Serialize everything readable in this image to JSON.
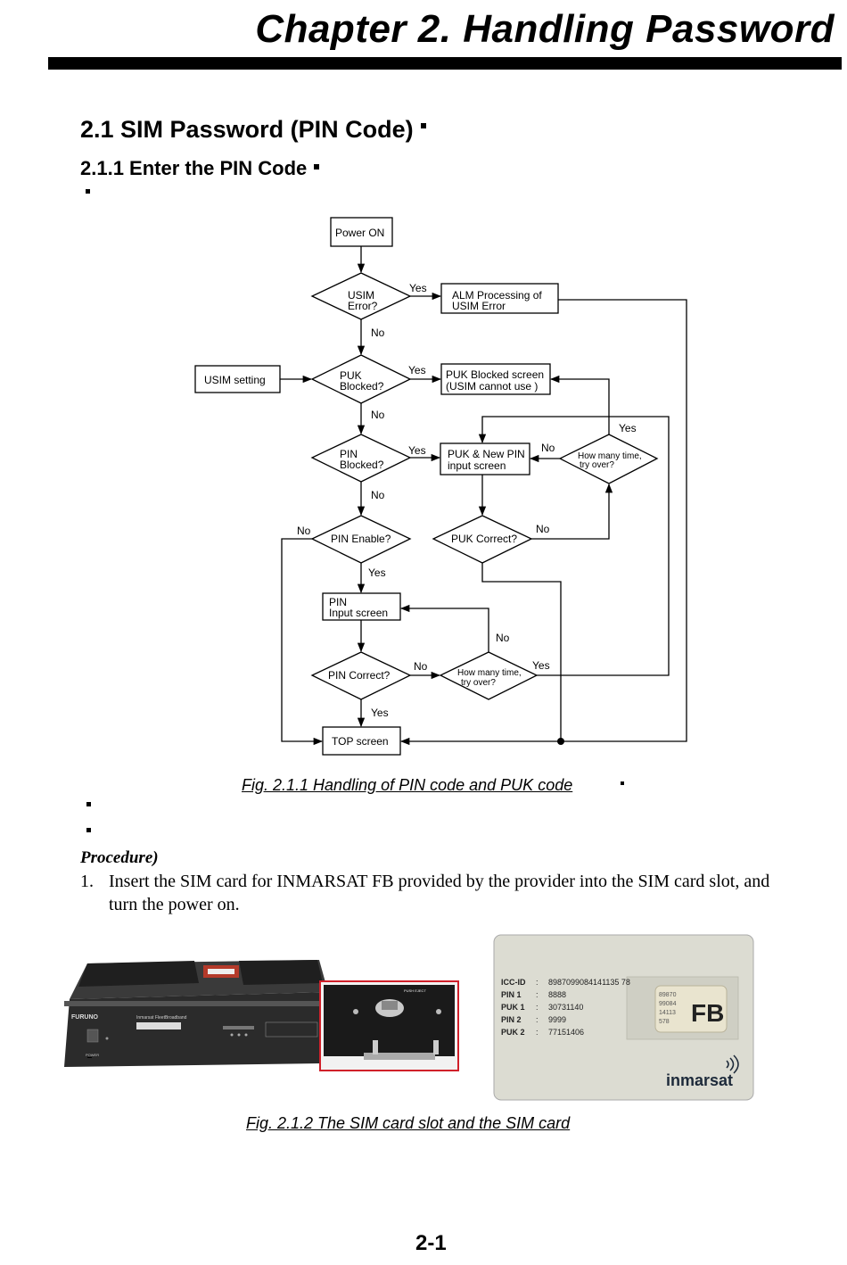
{
  "chapter_title": "Chapter 2. Handling Password",
  "section_title": "2.1 SIM Password (PIN Code)",
  "subsection_title": "2.1.1 Enter the PIN Code",
  "flowchart": {
    "power_on": "Power ON",
    "usim_error_1": "USIM",
    "usim_error_2": "Error?",
    "alm_1": "ALM Processing of",
    "alm_2": "USIM Error",
    "usim_setting": "USIM setting",
    "puk_blocked_1": "PUK",
    "puk_blocked_2": "Blocked?",
    "puk_blocked_screen_1": "PUK Blocked screen",
    "puk_blocked_screen_2": "(USIM cannot use )",
    "pin_blocked_1": "PIN",
    "pin_blocked_2": "Blocked?",
    "puk_new_pin_1": "PUK & New PIN",
    "puk_new_pin_2": "input screen",
    "how_many_1": "How many time,",
    "how_many_2": "try over?",
    "pin_enable": "PIN Enable?",
    "puk_correct": "PUK Correct?",
    "pin_input_1": "PIN",
    "pin_input_2": "Input screen",
    "pin_correct": "PIN Correct?",
    "top_screen": "TOP screen",
    "yes": "Yes",
    "no": "No"
  },
  "fig1_caption": "Fig. 2.1.1 Handling of PIN code and PUK code",
  "procedure_heading": "Procedure)",
  "step1_number": "1.",
  "step1_text": "Insert the SIM card for INMARSAT FB provided by the provider into the SIM card slot, and turn the power on.",
  "device": {
    "brand": "FURUNO",
    "model": "Inmarsat FleetBroadband",
    "power_label": "POWER",
    "push_eject": "PUSH EJECT"
  },
  "sim_card": {
    "rows": [
      {
        "label": "ICC-ID",
        "sep": ":",
        "value": "8987099084141135 78"
      },
      {
        "label": "PIN 1",
        "sep": ":",
        "value": "8888"
      },
      {
        "label": "PUK 1",
        "sep": ":",
        "value": "30731140"
      },
      {
        "label": "PIN 2",
        "sep": ":",
        "value": "9999"
      },
      {
        "label": "PUK 2",
        "sep": ":",
        "value": "77151406"
      }
    ],
    "chip_digits": [
      "89870",
      "99084",
      "14113",
      "578"
    ],
    "chip_label": "FB",
    "brand": "inmarsat"
  },
  "fig2_caption": "Fig. 2.1.2 The SIM card slot and the SIM card",
  "page_number": "2-1",
  "colors": {
    "highlight_frame": "#d0202a",
    "card_bg": "#dcdcd2",
    "device_body": "#2b2b2b"
  }
}
